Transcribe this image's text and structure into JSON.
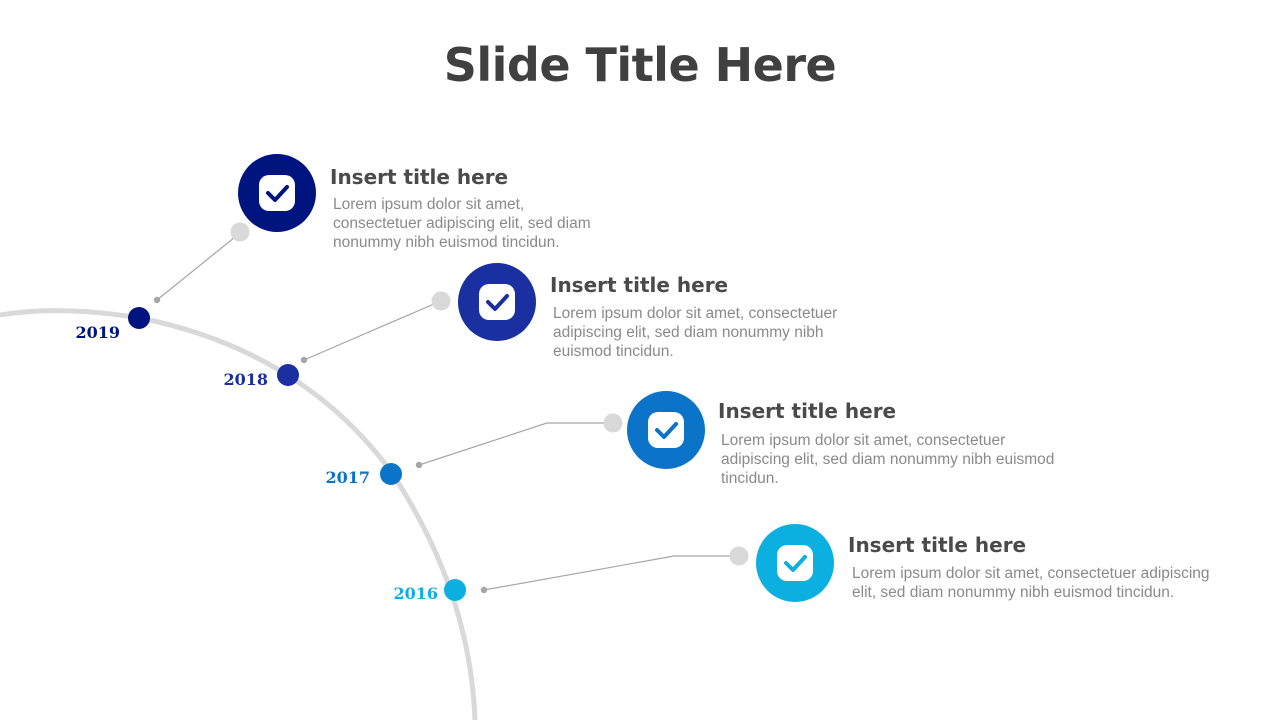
{
  "slide": {
    "title": "Slide Title Here"
  },
  "colors": {
    "arc": "#d9d9d9",
    "connector": "#a6a6a6",
    "connector_dot": "#d9d9d9",
    "title_text": "#404040",
    "body_text": "#8a8a8a"
  },
  "timeline": [
    {
      "year": "2019",
      "color": "#001480",
      "icon": "check-icon",
      "title": "Insert title here",
      "body": "Lorem ipsum dolor sit amet, consectetuer adipiscing elit, sed diam nonummy nibh euismod tincidun."
    },
    {
      "year": "2018",
      "color": "#1a2fa0",
      "icon": "check-icon",
      "title": "Insert title here",
      "body": "Lorem ipsum dolor sit amet, consectetuer adipiscing elit, sed diam nonummy nibh euismod tincidun."
    },
    {
      "year": "2017",
      "color": "#0b74c8",
      "icon": "check-icon",
      "title": "Insert title here",
      "body": "Lorem ipsum dolor sit amet, consectetuer adipiscing elit, sed diam nonummy nibh euismod tincidun."
    },
    {
      "year": "2016",
      "color": "#0cb0e0",
      "icon": "check-icon",
      "title": "Insert title here",
      "body": "Lorem ipsum dolor sit amet, consectetuer adipiscing elit, sed diam nonummy nibh euismod tincidun."
    }
  ]
}
